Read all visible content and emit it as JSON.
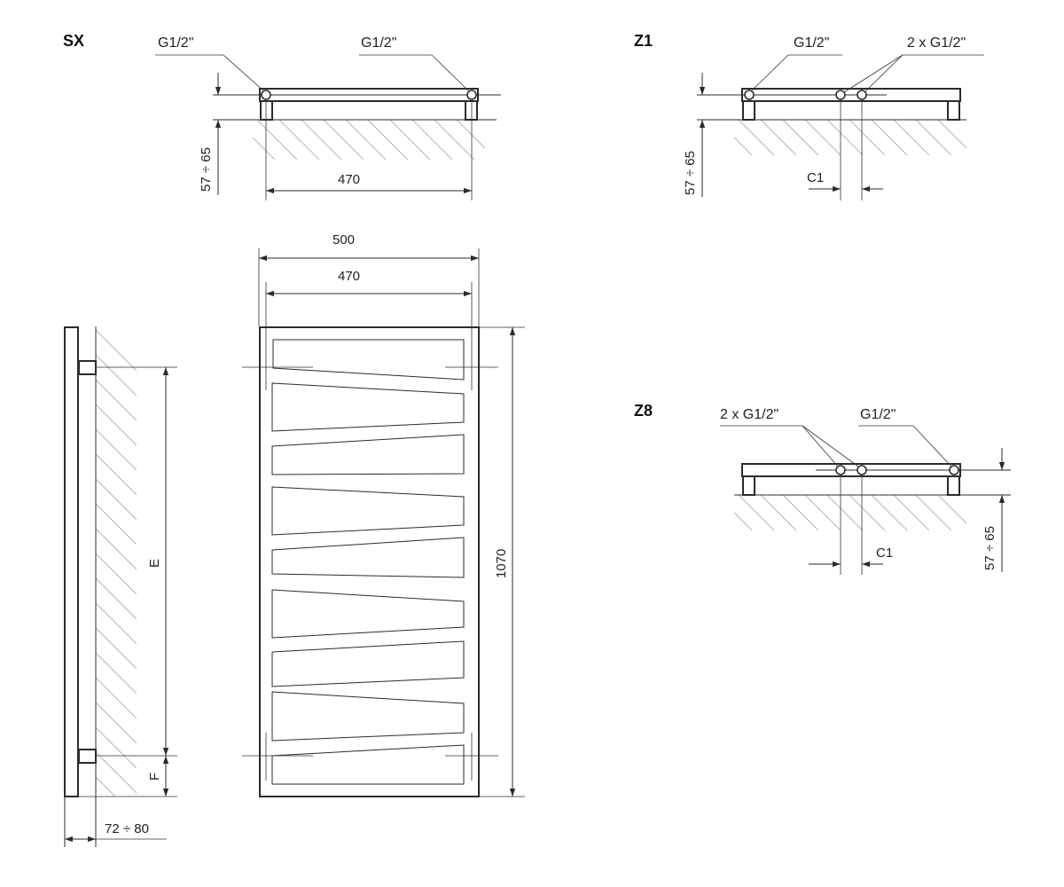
{
  "sx": {
    "title": "SX",
    "conn_left": "G1/2\"",
    "conn_right": "G1/2\"",
    "height_range": "57 ÷ 65",
    "width": "470"
  },
  "z1": {
    "title": "Z1",
    "conn_single": "G1/2\"",
    "conn_double": "2 x G1/2\"",
    "height_range": "57 ÷ 65",
    "spacing": "C1"
  },
  "z8": {
    "title": "Z8",
    "conn_double": "2 x G1/2\"",
    "conn_single": "G1/2\"",
    "height_range": "57 ÷ 65",
    "spacing": "C1"
  },
  "front": {
    "outer_width": "500",
    "inner_width": "470",
    "height": "1070"
  },
  "side": {
    "mount_spacing": "E",
    "bottom_offset": "F",
    "wall_distance": "72 ÷ 80"
  }
}
